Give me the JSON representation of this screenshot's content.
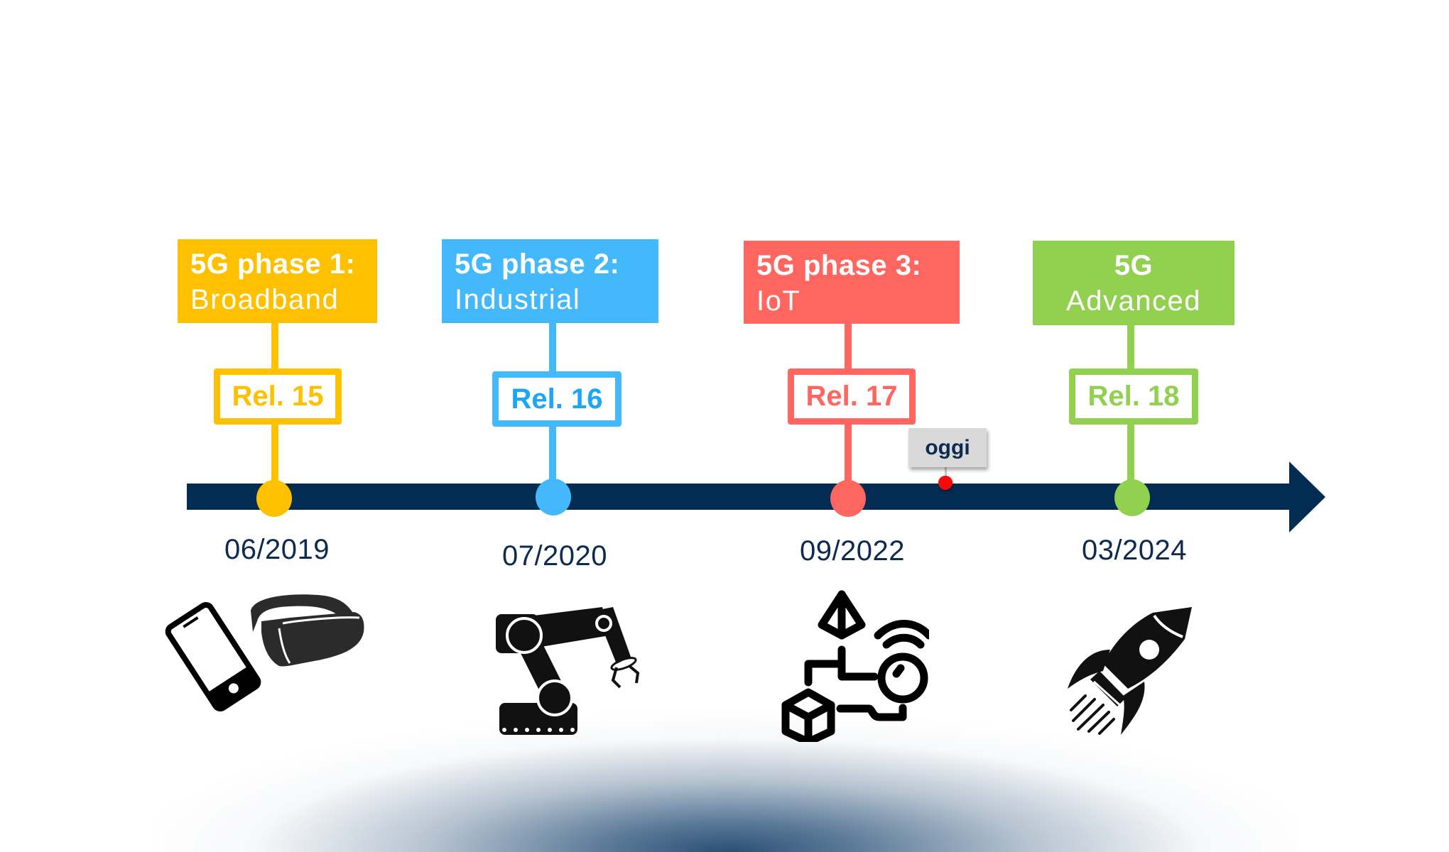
{
  "colors": {
    "phase1": "#ffc000",
    "phase2": "#43b9fb",
    "phase3": "#ff6660",
    "phase4": "#92d050",
    "timeline": "#032c52",
    "today_dot": "#f50a0a",
    "date_text": "#0d2b50",
    "today_label_bg": "#d9d9d9"
  },
  "milestones": [
    {
      "title": "5G phase 1:",
      "subtitle": "Broadband",
      "release": "Rel. 15",
      "date": "06/2019",
      "icon": "smartphone-and-vr-headset-icon"
    },
    {
      "title": "5G phase 2:",
      "subtitle": "Industrial",
      "release": "Rel. 16",
      "date": "07/2020",
      "icon": "robot-arm-icon"
    },
    {
      "title": "5G phase 3:",
      "subtitle": "IoT",
      "release": "Rel. 17",
      "date": "09/2022",
      "icon": "iot-network-icon"
    },
    {
      "title": "5G",
      "subtitle": "Advanced",
      "release": "Rel. 18",
      "date": "03/2024",
      "icon": "rocket-icon"
    }
  ],
  "today_marker": {
    "label": "oggi"
  }
}
